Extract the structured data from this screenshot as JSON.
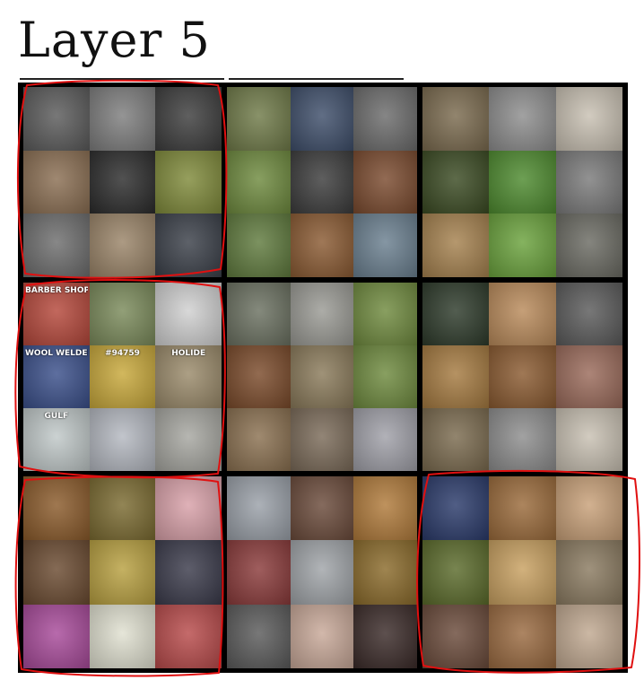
{
  "title": "Layer 5",
  "annotation_color": "#e01010",
  "blocks": [
    {
      "id": "top-left",
      "circled": true,
      "tiles": [
        "#5a5a5a",
        "#7d7d7d",
        "#3c3c3c",
        "#8a6e52",
        "#2b2b2b",
        "#7f8a3a",
        "#6d6d6d",
        "#9a8468",
        "#3a3f48"
      ]
    },
    {
      "id": "top-middle",
      "circled": false,
      "tiles": [
        "#6f7a48",
        "#3e4e6a",
        "#6b6b6b",
        "#6e8a3e",
        "#3b3b3b",
        "#7a4a2e",
        "#5f7a3d",
        "#8a5a32",
        "#6a7f8f"
      ]
    },
    {
      "id": "top-right",
      "circled": false,
      "tiles": [
        "#7a6a4e",
        "#8d8d8d",
        "#c8c0b2",
        "#3a4a22",
        "#4d8a2e",
        "#7a7a7a",
        "#a5814e",
        "#6aa23c",
        "#6a6a62"
      ]
    },
    {
      "id": "middle-left",
      "circled": true,
      "tiles": [
        "#b5473a",
        "#7a8a5a",
        "#d0d0d0",
        "#3a4f8a",
        "#c8a83a",
        "#9a8a6a",
        "#c0c8c8",
        "#b4b8c0",
        "#a6a6a0"
      ]
    },
    {
      "id": "center",
      "circled": false,
      "tiles": [
        "#6a7060",
        "#9a9a94",
        "#6f8a3e",
        "#7a4a2a",
        "#8a7a5a",
        "#6e8a3e",
        "#8a7050",
        "#7a6a58",
        "#a0a0a8"
      ]
    },
    {
      "id": "middle-right",
      "circled": false,
      "tiles": [
        "#2d3a2a",
        "#b98a5a",
        "#5a5a5a",
        "#a57a40",
        "#8a5a30",
        "#9a6a5a",
        "#7a6a4e",
        "#8d8d8d",
        "#c8c0b2"
      ]
    },
    {
      "id": "bottom-left",
      "circled": true,
      "tiles": [
        "#8a5a2a",
        "#7a6a30",
        "#d8a0a8",
        "#6a4a30",
        "#b8a040",
        "#3a3a4a",
        "#a84a9a",
        "#e0e0d0",
        "#b84a4a"
      ]
    },
    {
      "id": "bottom-middle",
      "circled": false,
      "tiles": [
        "#9aa0a8",
        "#6a4a3a",
        "#b07a3a",
        "#8a3a3a",
        "#a0a4a8",
        "#8a6a2a",
        "#5a5a5a",
        "#c8a898",
        "#3a2a28"
      ]
    },
    {
      "id": "bottom-right",
      "circled": true,
      "tiles": [
        "#2a3a6a",
        "#9a6a3a",
        "#c8a078",
        "#5a6a2a",
        "#c8a060",
        "#8a7a60",
        "#6a4a3a",
        "#9a6a40",
        "#c0a890"
      ]
    }
  ],
  "tile_text": {
    "middle-left": {
      "0": "BARBER SHOP",
      "3": "WOOL WELDERS",
      "4": "#94759",
      "5": "HOLIDE",
      "6": "GULF"
    }
  }
}
